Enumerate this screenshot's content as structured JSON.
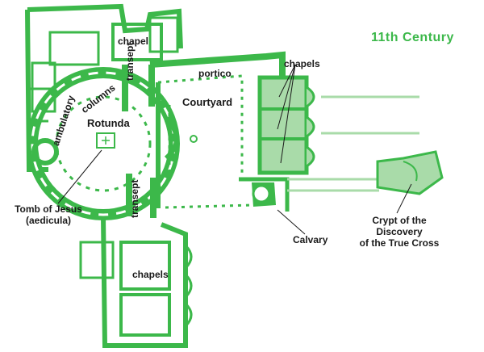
{
  "title": "11th Century",
  "colors": {
    "wall": "#3cb84a",
    "light_wall": "#a9dba9",
    "text": "#1a1a1a",
    "background": "#ffffff"
  },
  "labels": {
    "chapel": "chapel",
    "chapels_top": "chapels",
    "portico": "portico",
    "courtyard": "Courtyard",
    "transept_upper": "transept",
    "transept_lower": "transept",
    "rotunda": "Rotunda",
    "columns": "columns",
    "ambulatory": "ambulatory",
    "tomb_line1": "Tomb of Jesus",
    "tomb_line2": "(aedicula)",
    "calvary": "Calvary",
    "chapels_bottom": "chapels",
    "crypt_line1": "Crypt of the",
    "crypt_line2": "Discovery",
    "crypt_line3": "of the True Cross"
  }
}
